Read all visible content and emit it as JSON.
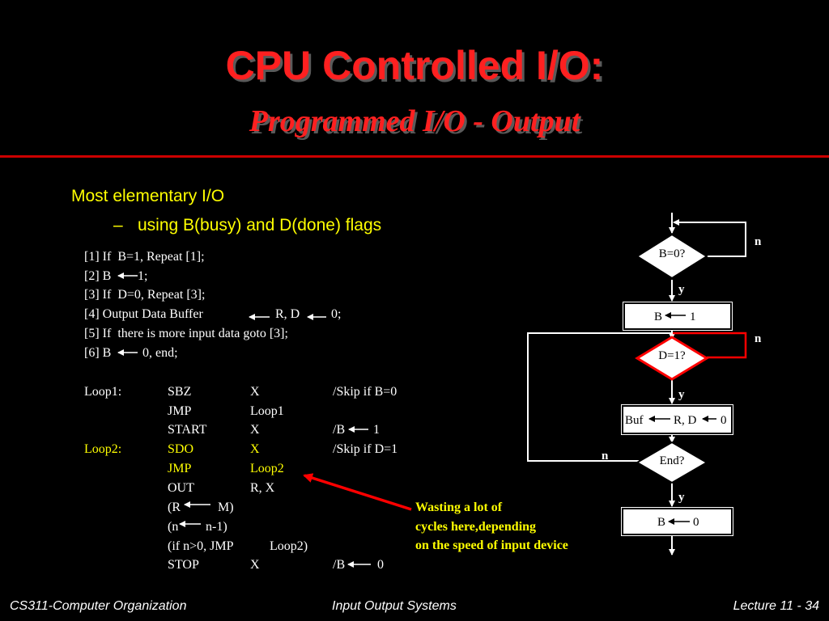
{
  "header": {
    "title": "CPU Controlled I/O:",
    "subtitle": "Programmed I/O - Output"
  },
  "bullets": {
    "level1": "Most elementary I/O",
    "dash": "–",
    "level2": "using B(busy) and D(done) flags"
  },
  "steps": [
    "[1] If  B=1, Repeat [1];",
    "[2] B",
    "1;",
    "[3] If  D=0, Repeat [3];",
    "[4] Output Data Buffer",
    "R, D",
    "0;",
    "[5] If  there is more input data goto [3];",
    "[6] B",
    "0, end;"
  ],
  "program": {
    "rows": [
      {
        "label": "Loop1:",
        "op": "SBZ",
        "arg": "X",
        "comment": "/Skip if B=0"
      },
      {
        "label": "",
        "op": "JMP",
        "arg": "Loop1",
        "comment": ""
      },
      {
        "label": "",
        "op": "START",
        "arg": "X",
        "comment": "/B",
        "comment_val": "1"
      },
      {
        "label": "Loop2:",
        "op": "SDO",
        "arg": "X",
        "comment": "/Skip if D=1"
      },
      {
        "label": "",
        "op": "JMP",
        "arg": "Loop2",
        "comment": ""
      },
      {
        "label": "",
        "op": "OUT",
        "arg": "R, X",
        "comment": ""
      },
      {
        "label": "",
        "op": "(R",
        "arg": "M)",
        "comment": ""
      },
      {
        "label": "",
        "op": "(n",
        "arg": "n-1)",
        "comment": ""
      },
      {
        "label": "",
        "op": "(if n>0, JMP",
        "arg": "Loop2)",
        "comment": ""
      },
      {
        "label": "",
        "op": "STOP",
        "arg": "X",
        "comment": "/B",
        "comment_val": "0"
      }
    ]
  },
  "note": [
    "Wasting a lot of",
    "cycles here,depending",
    "on the speed of input device"
  ],
  "flowchart": {
    "d1": "B=0?",
    "b1_left": "B",
    "b1_right": "1",
    "d2": "D=1?",
    "b2_left": "Buf",
    "b2_right": "R, D",
    "b2_val": "0",
    "d3": "End?",
    "b3_left": "B",
    "b3_right": "0",
    "yes": "y",
    "no": "n"
  },
  "footer": {
    "left": "CS311-Computer Organization",
    "center": "Input Output Systems",
    "right": "Lecture 11  - 34"
  },
  "colors": {
    "title": "#ff2020",
    "bullets": "#ffff00",
    "highlight": "#ff0000",
    "background": "#000000"
  }
}
